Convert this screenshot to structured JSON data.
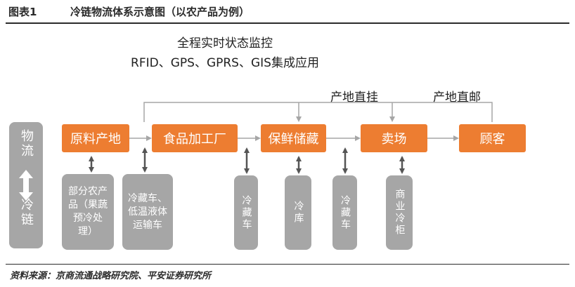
{
  "header": {
    "label": "图表1",
    "title": "冷链物流体系示意图（以农产品为例）"
  },
  "monitor": {
    "line1": "全程实时状态监控",
    "line2": "RFID、GPS、GPRS、GIS集成应用"
  },
  "direct": {
    "origin_direct": "产地直挂",
    "origin_direct_mail": "产地直邮"
  },
  "flow": {
    "nodes": [
      "原料产地",
      "食品加工厂",
      "保鲜储藏",
      "卖场",
      "顾客"
    ]
  },
  "side": {
    "top": "物流",
    "bottom": "冷链"
  },
  "cold": {
    "items": [
      "部分农产品（果蔬预冷处理）",
      "冷藏车、低温液体运输车",
      "冷藏车",
      "冷库",
      "冷藏车",
      "商业冷柜"
    ]
  },
  "source": "资料来源：京商流通战略研究院、平安证券研究所",
  "colors": {
    "node": "#ED7D31",
    "cold": "#A6A6A6",
    "line": "#A6A6A6"
  }
}
